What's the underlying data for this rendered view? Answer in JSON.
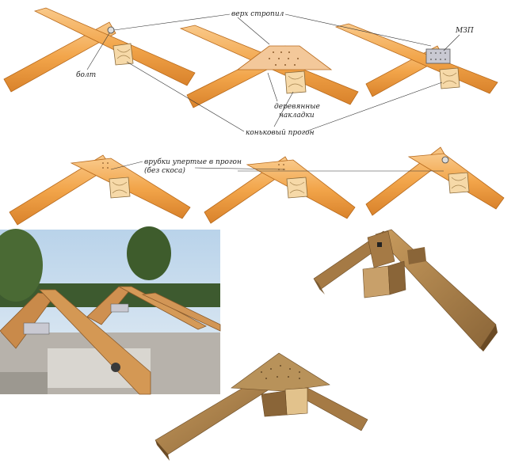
{
  "labels": {
    "rafter_top": "верх стропил",
    "bolt": "болт",
    "mzp": "МЗП",
    "wood_plates_line1": "деревянные",
    "wood_plates_line2": "накладки",
    "ridge_purlin": "коньковый прогон",
    "notches_line1": "врубки упертые в прогон",
    "notches_line2": "(без скоса)"
  },
  "colors": {
    "rafter": "#f2a54a",
    "rafter_dark": "#d9822b",
    "rafter_light": "#f9c98a",
    "purlin": "#f6d9a8",
    "plate": "#f3c89a",
    "metal": "#c9c9d2",
    "sky": "#cfe0ee",
    "model_wood": "#b88a4f",
    "model_wood_dark": "#7a5a32"
  }
}
